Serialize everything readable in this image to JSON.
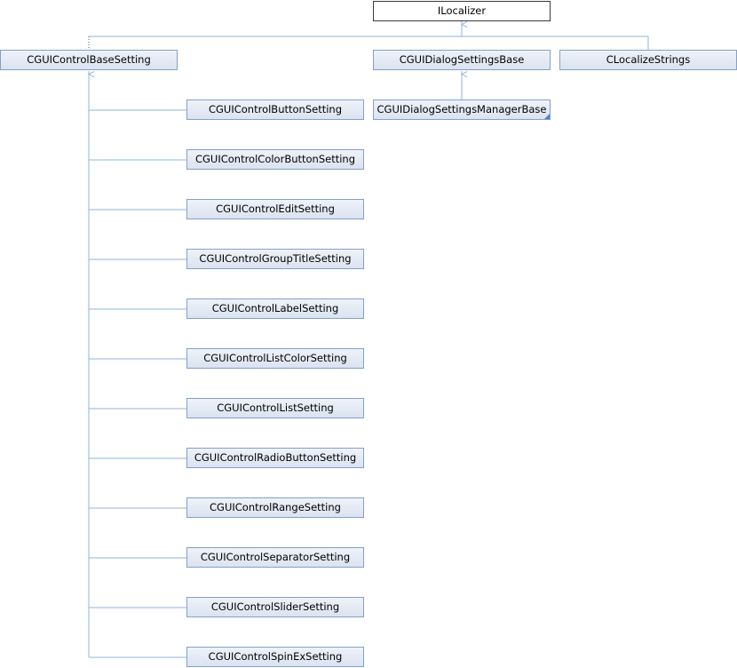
{
  "diagram": {
    "root": {
      "id": "ilocalizer",
      "label": "ILocalizer"
    },
    "level1": [
      {
        "id": "base-setting",
        "label": "CGUIControlBaseSetting"
      },
      {
        "id": "dlg-base",
        "label": "CGUIDialogSettingsBase"
      },
      {
        "id": "localize",
        "label": "CLocalizeStrings"
      }
    ],
    "level2": [
      {
        "id": "dlg-mgr",
        "label": "CGUIDialogSettingsManagerBase",
        "parent": "dlg-base",
        "truncated_marker": true
      }
    ],
    "subclasses": [
      {
        "id": "sub-0",
        "label": "CGUIControlButtonSetting"
      },
      {
        "id": "sub-1",
        "label": "CGUIControlColorButtonSetting"
      },
      {
        "id": "sub-2",
        "label": "CGUIControlEditSetting"
      },
      {
        "id": "sub-3",
        "label": "CGUIControlGroupTitleSetting"
      },
      {
        "id": "sub-4",
        "label": "CGUIControlLabelSetting"
      },
      {
        "id": "sub-5",
        "label": "CGUIControlListColorSetting"
      },
      {
        "id": "sub-6",
        "label": "CGUIControlListSetting"
      },
      {
        "id": "sub-7",
        "label": "CGUIControlRadioButtonSetting"
      },
      {
        "id": "sub-8",
        "label": "CGUIControlRangeSetting"
      },
      {
        "id": "sub-9",
        "label": "CGUIControlSeparatorSetting"
      },
      {
        "id": "sub-10",
        "label": "CGUIControlSliderSetting"
      },
      {
        "id": "sub-11",
        "label": "CGUIControlSpinExSetting"
      }
    ],
    "colors": {
      "edge": "#8fb4dc",
      "node_border": "#84a0c9",
      "root_border": "#3a3a3a",
      "node_fill": "#e2e8f4"
    }
  }
}
